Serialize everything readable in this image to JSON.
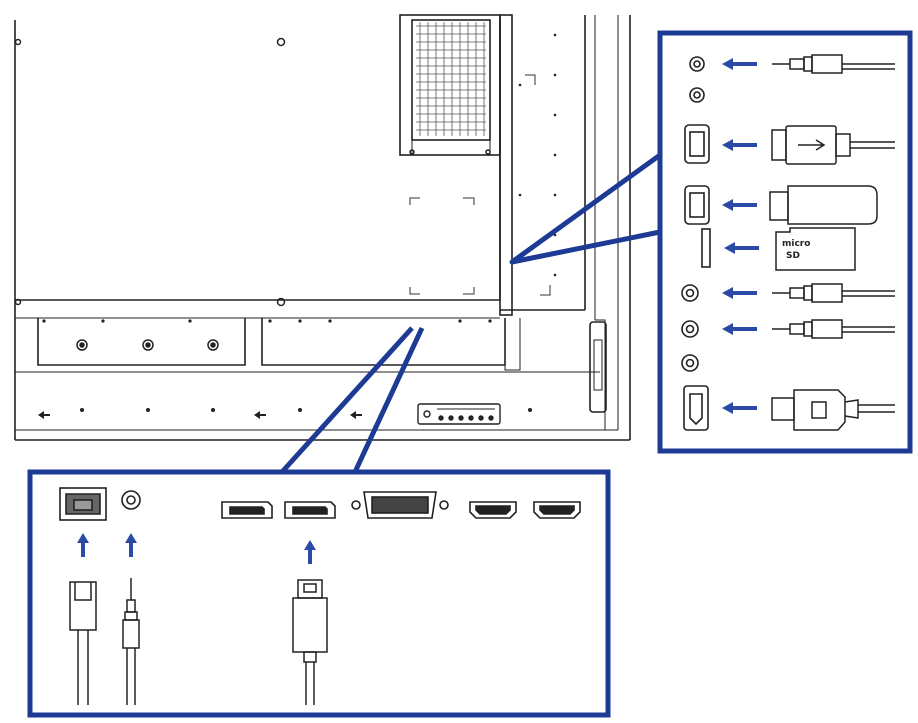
{
  "diagram": {
    "colors": {
      "frame": "#1d3a94",
      "arrow": "#2b4aa6",
      "line": "#222222",
      "panel_fill": "#ffffff",
      "grille": "#555555"
    },
    "side_panel": {
      "items": [
        {
          "port": "audio-in-jack",
          "cable": "audio-plug"
        },
        {
          "port": "audio-jack",
          "cable": null
        },
        {
          "port": "usb-port",
          "cable": "usb-plug"
        },
        {
          "port": "usb-port",
          "cable": "usb-flash-drive"
        },
        {
          "port": "micro-sd-slot",
          "cable": "micro-sd-card"
        },
        {
          "port": "audio-jack",
          "cable": "audio-plug"
        },
        {
          "port": "audio-jack",
          "cable": "audio-plug"
        },
        {
          "port": "audio-jack",
          "cable": null
        },
        {
          "port": "hdmi-port",
          "cable": "hdmi-plug"
        }
      ],
      "sd_card_text_line1": "micro",
      "sd_card_text_line2": "SD"
    },
    "bottom_panel": {
      "ports": [
        "rj45-port",
        "audio-jack",
        "displayport-in",
        "displayport-out",
        "dvi-port",
        "hdmi-port",
        "hdmi-port"
      ],
      "cables": [
        "rj45-plug",
        "audio-plug",
        "displayport-plug"
      ]
    }
  }
}
